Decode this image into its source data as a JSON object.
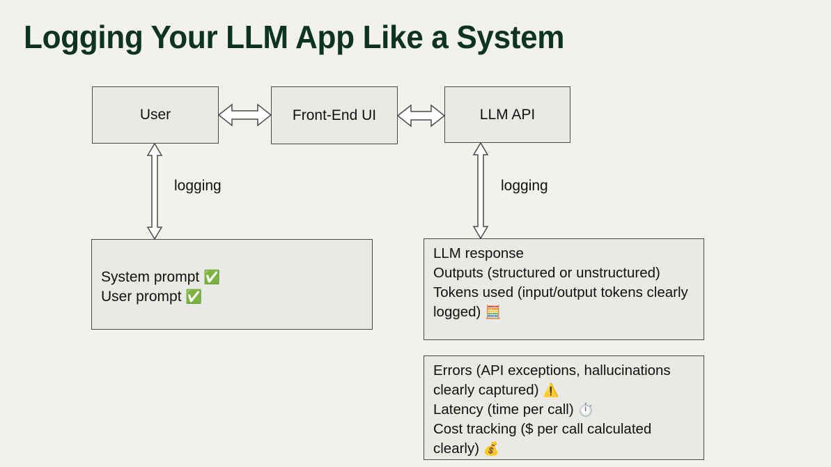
{
  "slide": {
    "title": "Logging Your LLM App Like a System",
    "title_color": "#0d3321",
    "background_color": "#f2f1ec",
    "box_fill_color": "#e9eae5",
    "box_border_color": "#4a4a4a"
  },
  "nodes": {
    "user": "User",
    "frontend": "Front-End UI",
    "llm_api": "LLM API"
  },
  "edges": {
    "logging_left": "logging",
    "logging_right": "logging"
  },
  "prompts_box": {
    "lines": [
      {
        "text": "System prompt",
        "emoji": "✅"
      },
      {
        "text": "User prompt",
        "emoji": "✅"
      }
    ]
  },
  "response_box": {
    "line1": "LLM response",
    "line2": "Outputs (structured or unstructured)",
    "line3": "Tokens used (input/output tokens clearly logged)",
    "line3_emoji": "🧮"
  },
  "errors_box": {
    "line1": "Errors (API exceptions, hallucinations clearly captured)",
    "line1_emoji": "⚠️",
    "line2": "Latency (time per call)",
    "line2_emoji": "⏱️",
    "line3": "Cost tracking ($ per call calculated clearly)",
    "line3_emoji": "💰"
  }
}
